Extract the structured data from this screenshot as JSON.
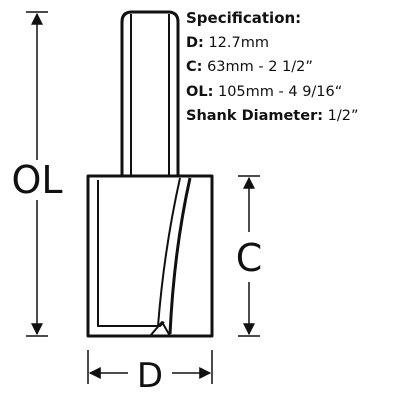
{
  "diagram": {
    "dimension_labels": {
      "overall_length": "OL",
      "cutting_length": "C",
      "diameter": "D"
    }
  },
  "specification": {
    "title": "Specification:",
    "rows": [
      {
        "label": "D:",
        "value": "12.7mm"
      },
      {
        "label": "C:",
        "value": "63mm -  2 1/2”"
      },
      {
        "label": "OL:",
        "value": "105mm - 4 9/16“"
      },
      {
        "label": "Shank Diameter:",
        "value": "1/2”"
      }
    ]
  }
}
